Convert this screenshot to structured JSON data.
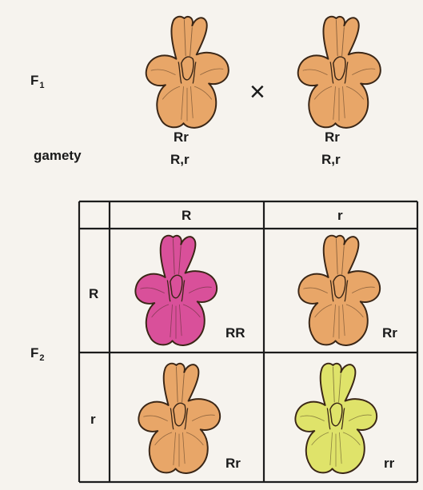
{
  "generations": {
    "f1": {
      "letter": "F",
      "index": "1"
    },
    "f2": {
      "letter": "F",
      "index": "2"
    }
  },
  "cross_symbol": "×",
  "gametes_label": "gamety",
  "parents": [
    {
      "genotype": "Rr",
      "gametes": "R,r",
      "color": "#e8a668"
    },
    {
      "genotype": "Rr",
      "gametes": "R,r",
      "color": "#e8a668"
    }
  ],
  "punnett": {
    "col_headers": [
      "R",
      "r"
    ],
    "row_headers": [
      "R",
      "r"
    ],
    "cells": [
      {
        "genotype": "RR",
        "color": "#d9509a"
      },
      {
        "genotype": "Rr",
        "color": "#e8a668"
      },
      {
        "genotype": "Rr",
        "color": "#e8a668"
      },
      {
        "genotype": "rr",
        "color": "#dfe36a"
      }
    ]
  }
}
